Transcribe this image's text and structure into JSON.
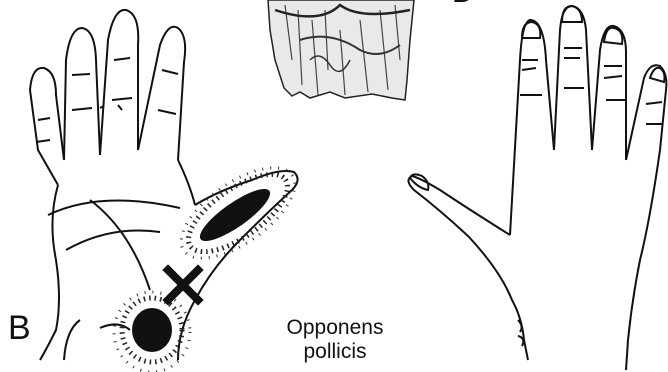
{
  "figure": {
    "panel_b_label": "B",
    "panel_top_partial_label": "D",
    "muscle_name_line1": "Opponens",
    "muscle_name_line2": "pollicis"
  },
  "colors": {
    "ink": "#111111",
    "background": "#ffffff"
  },
  "icons": {
    "trigger_point": "x-mark",
    "referred_pain": "stipple-dots"
  }
}
